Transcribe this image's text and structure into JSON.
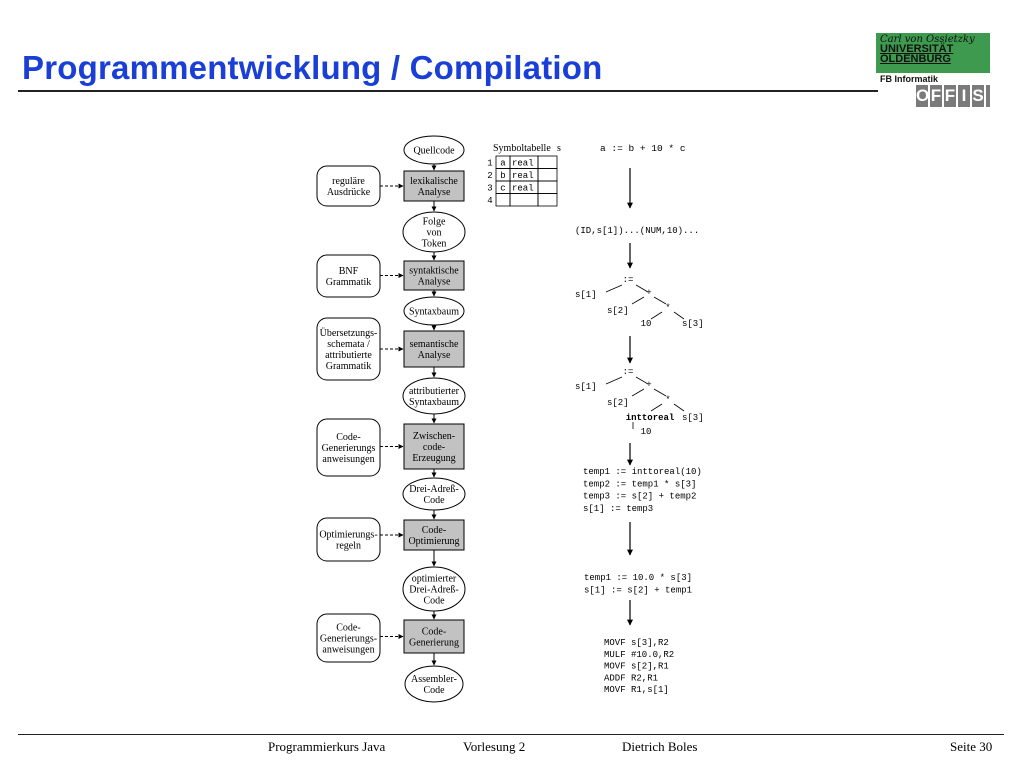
{
  "title": "Programmentwicklung / Compilation",
  "logo": {
    "signature": "Carl von Ossietzky",
    "uni_line1": "UNIVERSITÄT",
    "uni_line2": "OLDENBURG",
    "department": "FB Informatik",
    "offis_letters": [
      "O",
      "F",
      "F",
      "I",
      "S"
    ]
  },
  "footer": {
    "course": "Programmierkurs Java",
    "lecture": "Vorlesung 2",
    "author": "Dietrich Boles",
    "page": "Seite 30"
  },
  "pipeline": {
    "ovals": [
      [
        "Quellcode"
      ],
      [
        "Folge",
        "von",
        "Token"
      ],
      [
        "Syntaxbaum"
      ],
      [
        "attributierter",
        "Syntaxbaum"
      ],
      [
        "Drei-Adreß-",
        "Code"
      ],
      [
        "optimierter",
        "Drei-Adreß-",
        "Code"
      ],
      [
        "Assembler-",
        "Code"
      ]
    ],
    "phases": [
      [
        "lexikalische",
        "Analyse"
      ],
      [
        "syntaktische",
        "Analyse"
      ],
      [
        "semantische",
        "Analyse"
      ],
      [
        "Zwischen-",
        "code-",
        "Erzeugung"
      ],
      [
        "Code-",
        "Optimierung"
      ],
      [
        "Code-",
        "Generierung"
      ]
    ],
    "inputs": [
      [
        "reguläre",
        "Ausdrücke"
      ],
      [
        "BNF",
        "Grammatik"
      ],
      [
        "Übersetzungs-",
        "schemata /",
        "attributierte",
        "Grammatik"
      ],
      [
        "Code-",
        "Generierungs",
        "anweisungen"
      ],
      [
        "Optimierungs-",
        "regeln"
      ],
      [
        "Code-",
        "Generierungs-",
        "anweisungen"
      ]
    ]
  },
  "symbol_table": {
    "label": "Symboltabelle",
    "name": "s",
    "rows": [
      {
        "index": "1",
        "name": "a",
        "type": "real"
      },
      {
        "index": "2",
        "name": "b",
        "type": "real"
      },
      {
        "index": "3",
        "name": "c",
        "type": "real"
      },
      {
        "index": "4",
        "name": "",
        "type": ""
      }
    ]
  },
  "example": {
    "statement": "a := b + 10 * c",
    "tokens": "(ID,s[1])...(NUM,10)...",
    "tree1": {
      "assign": ":=",
      "left": "s[1]",
      "plus": "+",
      "times": "*",
      "s2": "s[2]",
      "ten": "10",
      "s3": "s[3]"
    },
    "tree2": {
      "assign": ":=",
      "left": "s[1]",
      "plus": "+",
      "times": "*",
      "s2": "s[2]",
      "conv": "inttoreal",
      "s3": "s[3]",
      "ten": "10"
    },
    "three_address": [
      "temp1 := inttoreal(10)",
      "temp2 := temp1 * s[3]",
      "temp3 := s[2] + temp2",
      "s[1]  := temp3"
    ],
    "optimized": [
      "temp1 := 10.0 * s[3]",
      "s[1]  := s[2] + temp1"
    ],
    "assembler": [
      "MOVF s[3],R2",
      "MULF #10.0,R2",
      "MOVF s[2],R1",
      "ADDF R2,R1",
      "MOVF R1,s[1]"
    ]
  }
}
